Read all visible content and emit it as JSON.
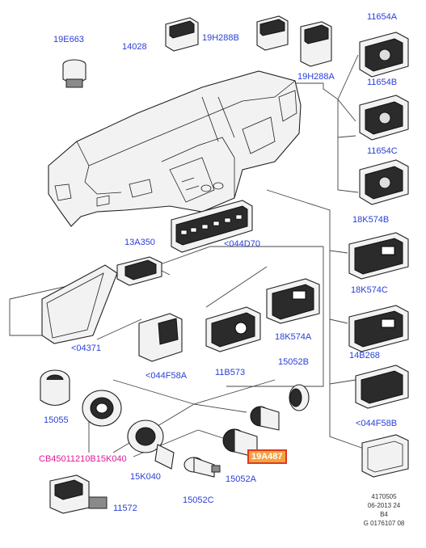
{
  "labels": {
    "p19E663": "19E663",
    "p14028": "14028",
    "p19H288B": "19H288B",
    "p19H288A": "19H288A",
    "p11654A": "11654A",
    "p11654B": "11654B",
    "p11654C": "11654C",
    "p18K574B": "18K574B",
    "p044D70": "<044D70",
    "p13A350": "13A350",
    "p18K574C": "18K574C",
    "p04371": "<04371",
    "p044F58A": "<044F58A",
    "p11B573": "11B573",
    "p18K574A": "18K574A",
    "p14B268": "14B268",
    "p15052B": "15052B",
    "p15055": "15055",
    "p044F58B": "<044F58B",
    "pCB": "CB45011210B15K040",
    "p19A487": "19A487",
    "p15K040": "15K040",
    "p15052A": "15052A",
    "p15052C": "15052C",
    "p11572": "11572"
  },
  "footer": {
    "code": "4170505",
    "date": "06-2013 24",
    "rev": "B4",
    "ref": "G 0176107 08"
  },
  "colors": {
    "label": "#2a3fd6",
    "highlight_label": "#e0199a",
    "selected_fill": "#f4a340",
    "selected_border": "#e03a1e",
    "line": "#333333"
  }
}
